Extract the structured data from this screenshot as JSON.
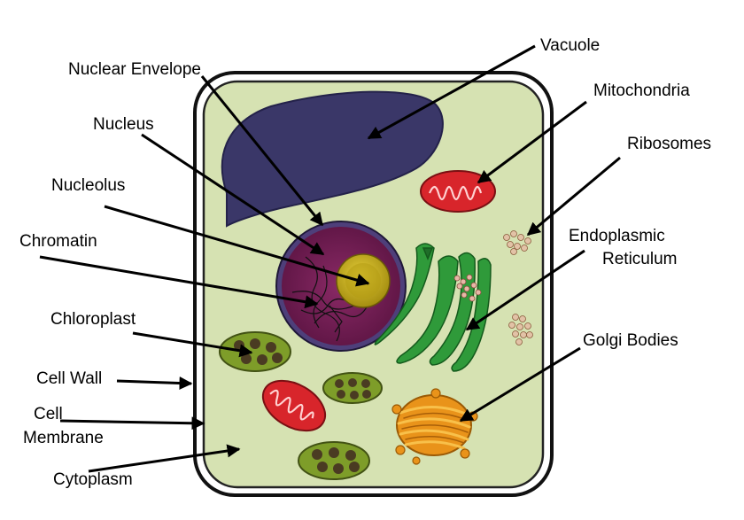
{
  "labels": {
    "vacuole": "Vacuole",
    "nuclear_envelope": "Nuclear Envelope",
    "mitochondria": "Mitochondria",
    "nucleus": "Nucleus",
    "ribosomes": "Ribosomes",
    "nucleolus": "Nucleolus",
    "endoplasmic_reticulum_line1": "Endoplasmic",
    "endoplasmic_reticulum_line2": "Reticulum",
    "chromatin": "Chromatin",
    "chloroplast": "Chloroplast",
    "golgi_bodies": "Golgi Bodies",
    "cell_wall": "Cell Wall",
    "cell_membrane_line1": "Cell",
    "cell_membrane_line2": "Membrane",
    "cytoplasm": "Cytoplasm"
  },
  "colors": {
    "cell_wall": "#111111",
    "cytoplasm": "#d6e2b2",
    "vacuole": "#3a3768",
    "nucleus": "#7a2258",
    "nucleolus": "#c9b21c",
    "mitochondria": "#d8252b",
    "chloroplast": "#7e9d29",
    "endoplasmic_reticulum": "#2f9a3a",
    "golgi": "#e9931a",
    "ribosome": "#c9a07a"
  }
}
